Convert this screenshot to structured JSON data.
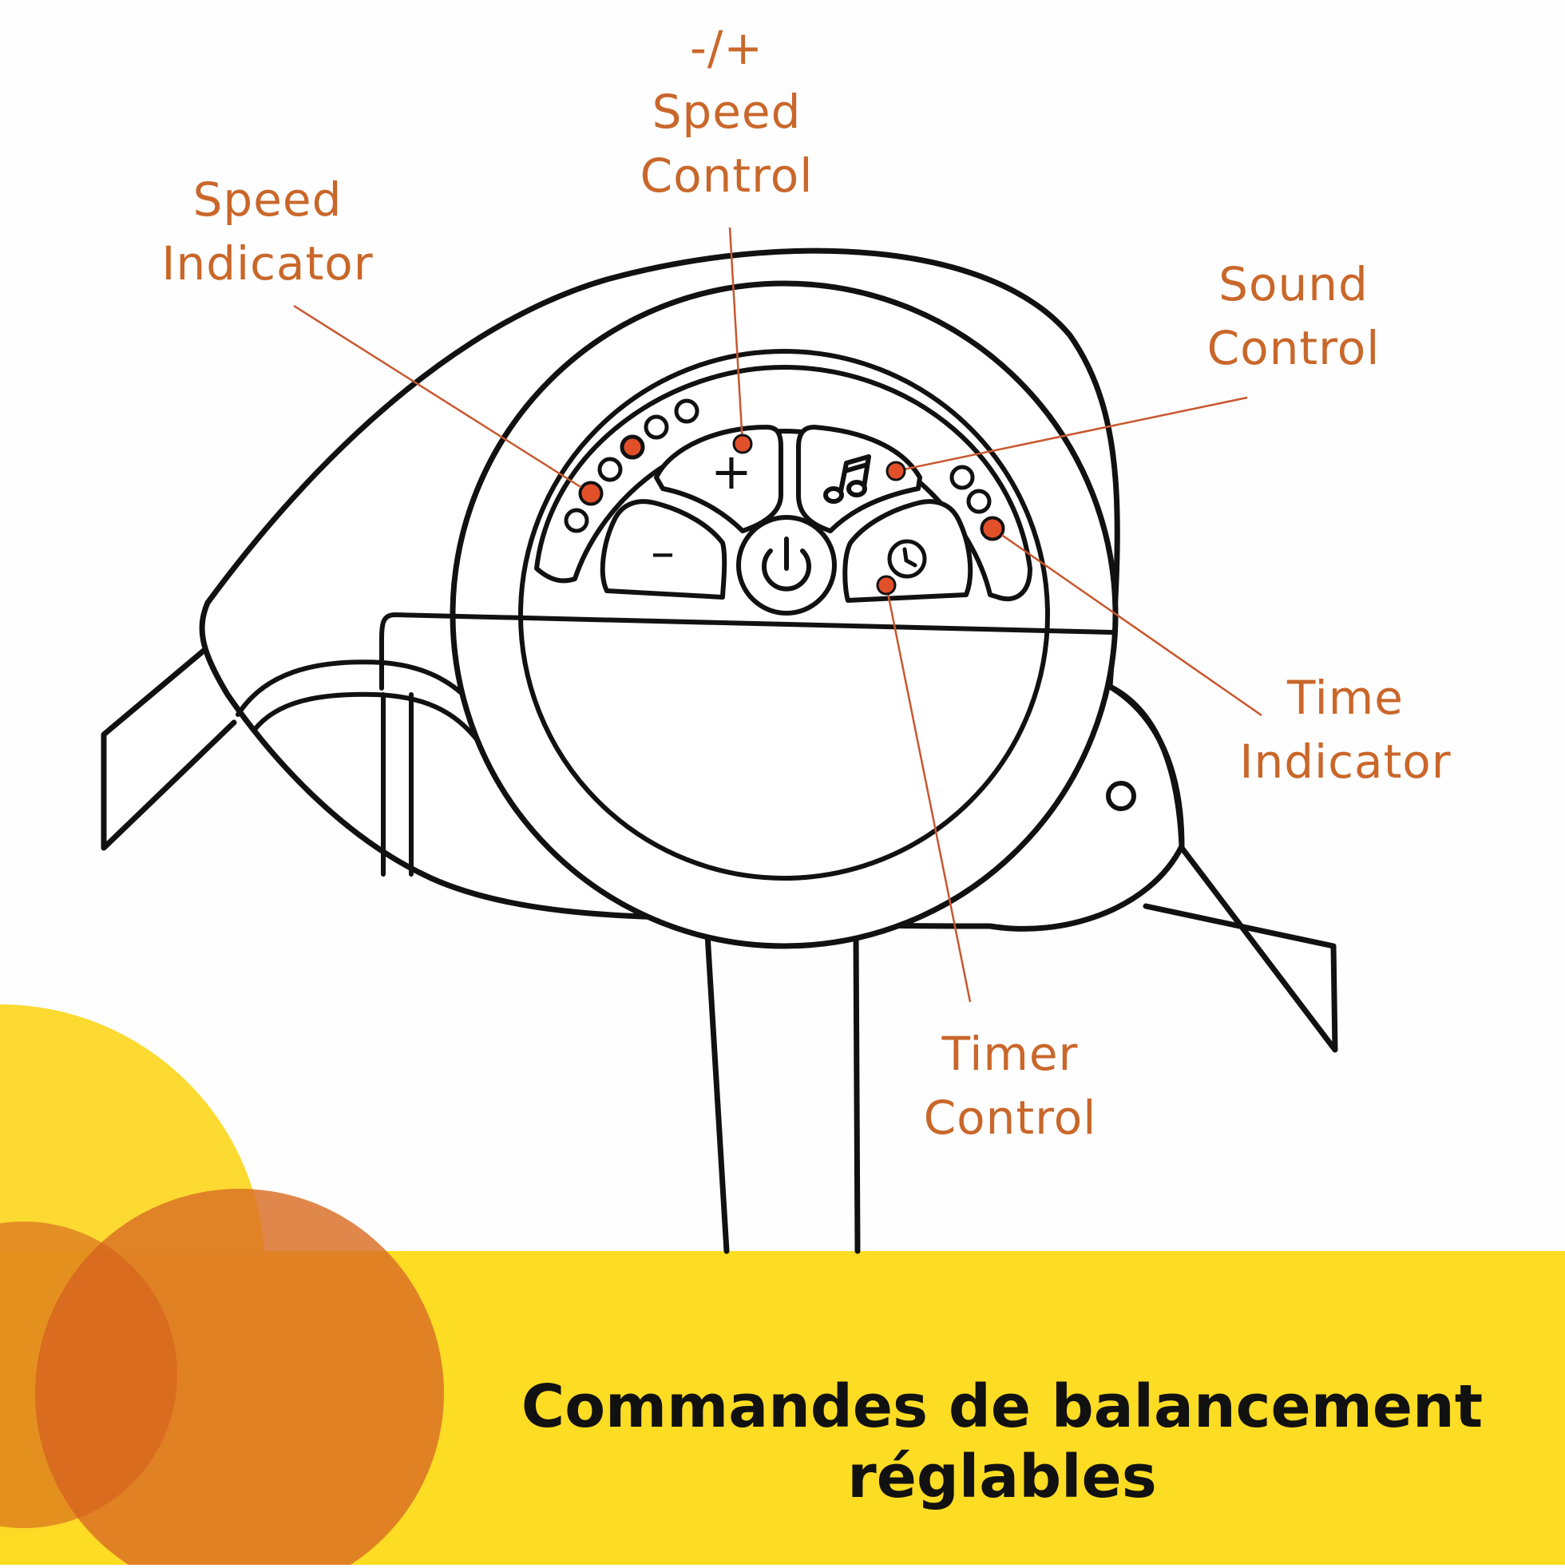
{
  "colors": {
    "accent_text": "#c9672a",
    "leader_line": "#c8572e",
    "marker": "#e2502a",
    "outline": "#111111",
    "band_yellow": "#fddc24",
    "circle_yellow": "#fdd826",
    "circle_orange": "#d96e25",
    "caption_text": "#111111"
  },
  "callouts": {
    "speed_control": "-/+\nSpeed\nControl",
    "speed_indicator": "Speed\nIndicator",
    "sound_control": "Sound\nControl",
    "time_indicator": "Time\nIndicator",
    "timer_control": "Timer\nControl"
  },
  "buttons": {
    "plus": "+",
    "minus": "–"
  },
  "indicators": {
    "speed_levels_total": 6,
    "speed_level_active": 4,
    "time_levels_total": 3,
    "time_level_active": 3
  },
  "icons": {
    "sound_button": "music-note-icon",
    "timer_button": "clock-icon",
    "power_button": "power-icon"
  },
  "caption": "Commandes de balancement\nréglables"
}
